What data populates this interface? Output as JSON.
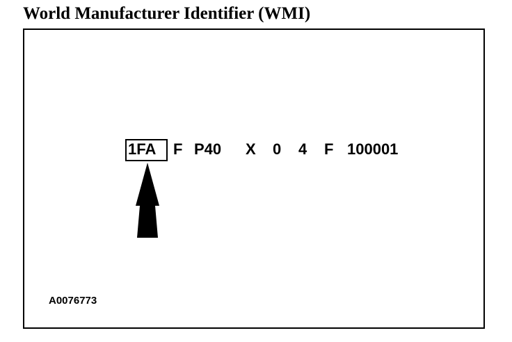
{
  "title": "World Manufacturer Identifier (WMI)",
  "vin": {
    "wmi": "1FA",
    "seg_restraint": "F",
    "seg_line": "P40",
    "seg_check": "X",
    "seg_year": "0",
    "seg_plant": "4",
    "seg_f": "F",
    "seg_serial": "100001"
  },
  "figure_id": "A0076773",
  "colors": {
    "ink": "#000000",
    "background": "#ffffff"
  },
  "icons": {
    "pointer": "up-arrow-icon"
  }
}
